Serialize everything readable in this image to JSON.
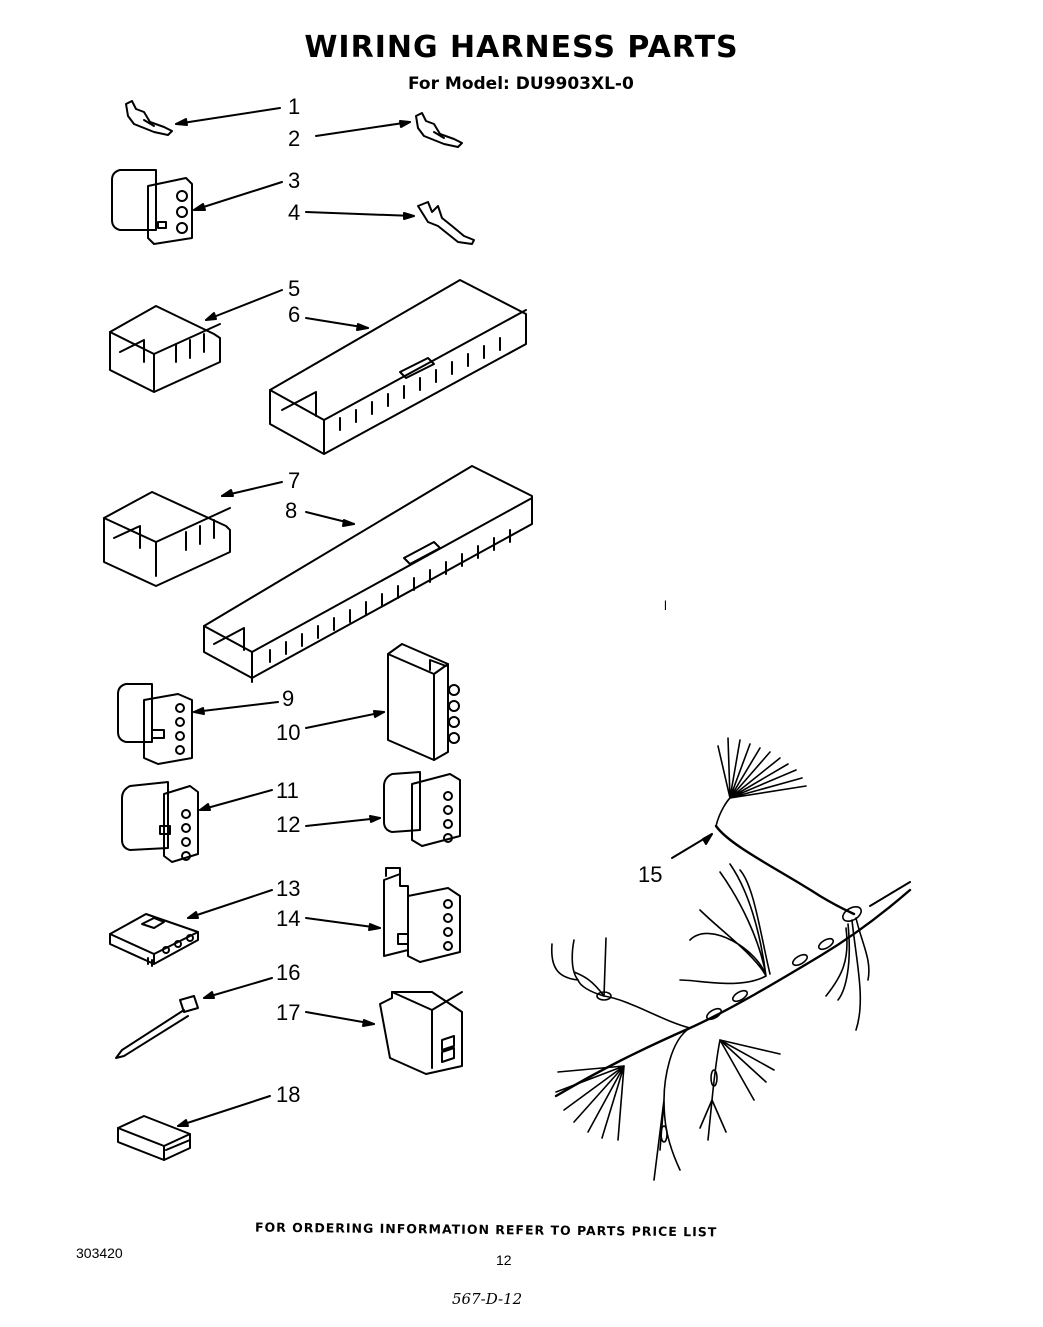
{
  "title": "WIRING HARNESS PARTS",
  "subtitle": "For Model: DU9903XL-0",
  "callouts": [
    "1",
    "2",
    "3",
    "4",
    "5",
    "6",
    "7",
    "8",
    "9",
    "10",
    "11",
    "12",
    "13",
    "14",
    "15",
    "16",
    "17",
    "18"
  ],
  "footer": "FOR ORDERING INFORMATION REFER TO PARTS PRICE LIST",
  "doc_number": "303420",
  "page_number": "12",
  "handwritten_note": "567-D-12",
  "stray_mark": "l"
}
